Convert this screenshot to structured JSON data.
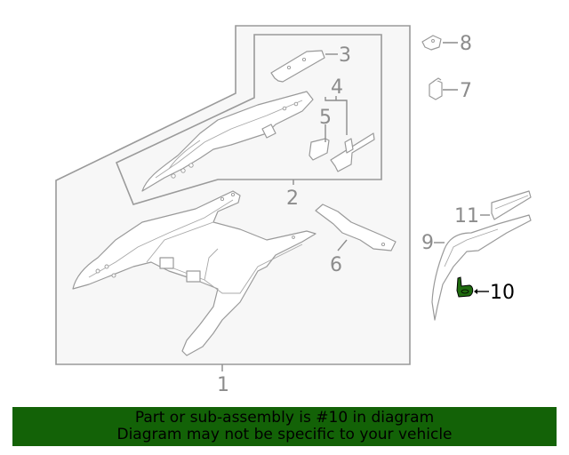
{
  "diagram": {
    "title": "Rear floor / frame rail assembly parts diagram",
    "highlighted_part": "10",
    "callouts": [
      {
        "id": "1",
        "label": "1"
      },
      {
        "id": "2",
        "label": "2"
      },
      {
        "id": "3",
        "label": "3"
      },
      {
        "id": "4",
        "label": "4"
      },
      {
        "id": "5",
        "label": "5"
      },
      {
        "id": "6",
        "label": "6"
      },
      {
        "id": "7",
        "label": "7"
      },
      {
        "id": "8",
        "label": "8"
      },
      {
        "id": "9",
        "label": "9"
      },
      {
        "id": "10",
        "label": "10"
      },
      {
        "id": "11",
        "label": "11"
      }
    ],
    "colors": {
      "line": "#9a9a9a",
      "callout_text": "#8c8c8c",
      "highlight_fill": "#1f6b0f",
      "highlight_text": "#000000",
      "panel_bg": "#f7f7f7"
    }
  },
  "banner": {
    "line1": "Part or sub-assembly is #10 in diagram",
    "line2": "Diagram may not be specific to your vehicle",
    "background": "#136207"
  }
}
